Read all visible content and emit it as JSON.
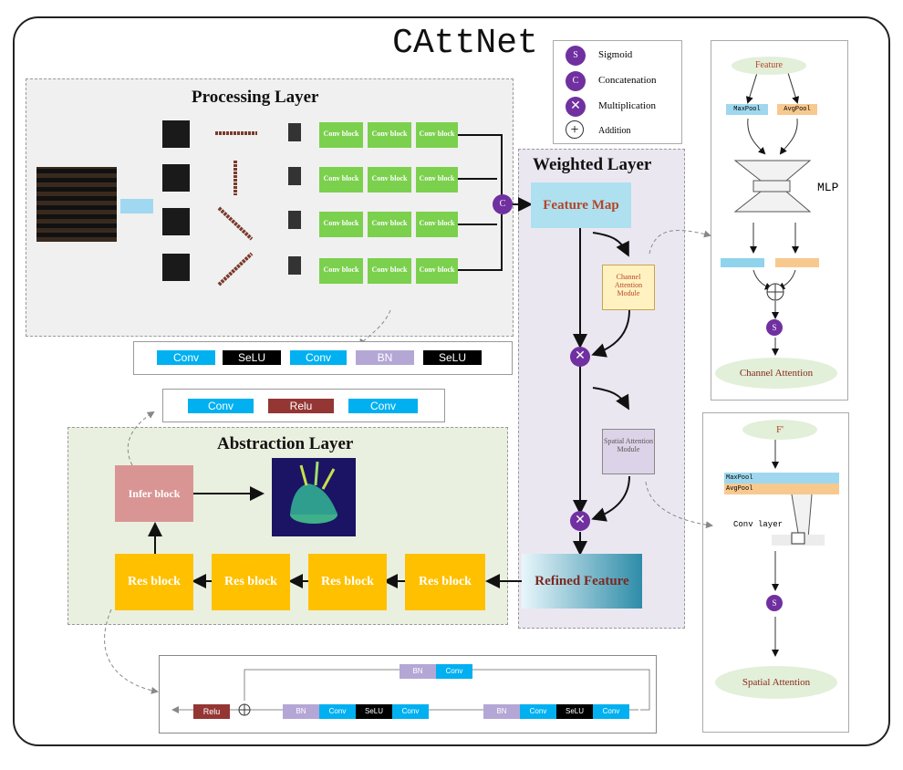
{
  "title": "CAttNet",
  "legend": {
    "sigmoid_symbol": "S",
    "sigmoid": "Sigmoid",
    "concat_symbol": "C",
    "concat": "Concatenation",
    "multiplication": "Multiplication",
    "addition": "Addition"
  },
  "processing": {
    "title": "Processing Layer",
    "block_label": "Conv block",
    "concat_symbol": "C",
    "selu_seq": [
      "Conv",
      "SeLU",
      "Conv",
      "BN",
      "SeLU"
    ]
  },
  "weighted": {
    "title": "Weighted Layer",
    "feature_map": "Feature Map",
    "channel_module": "Channel Attention Module",
    "spatial_module": "Spatial Attention Module",
    "refined": "Refined Feature"
  },
  "abstraction": {
    "title": "Abstraction Layer",
    "infer": "Infer block",
    "res": "Res block",
    "relu_seq": [
      "Conv",
      "Relu",
      "Conv"
    ]
  },
  "residual": {
    "top": [
      "BN",
      "Conv"
    ],
    "relu": "Relu",
    "seq1": [
      "BN",
      "Conv",
      "SeLU",
      "Conv"
    ],
    "seq2": [
      "BN",
      "Conv",
      "SeLU",
      "Conv"
    ]
  },
  "channel_attention": {
    "feature": "Feature",
    "maxpool": "MaxPool",
    "avgpool": "AvgPool",
    "mlp": "MLP",
    "sigmoid_symbol": "S",
    "output": "Channel Attention"
  },
  "spatial_attention": {
    "input": "F'",
    "maxpool": "MaxPool",
    "avgpool": "AvgPool",
    "conv": "Conv layer",
    "sigmoid_symbol": "S",
    "output": "Spatial Attention"
  },
  "colors": {
    "conv_block": "#7bd04d",
    "res_block": "#ffc000",
    "purple": "#7030a0",
    "cyan": "#00b0f0",
    "relu": "#943634",
    "bn": "#b4a7d6"
  }
}
